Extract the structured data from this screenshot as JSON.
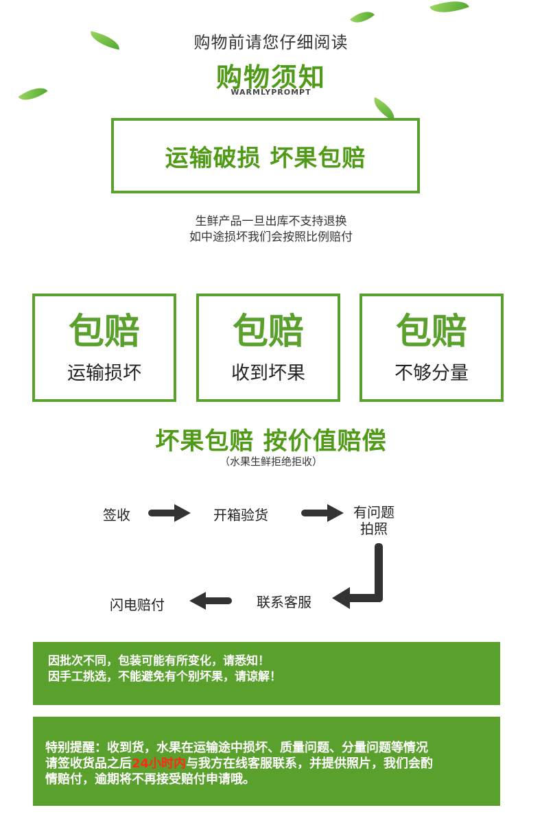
{
  "header": {
    "subtitle": "购物前请您仔细阅读",
    "title": "购物须知",
    "title_en": "WARMLYPROMPT"
  },
  "guarantee_box": {
    "text": "运输破损 坏果包赔"
  },
  "notice_lines": [
    "生鲜产品一旦出库不支持退换",
    "如中途损坏我们会按照比例赔付"
  ],
  "cards": [
    {
      "title": "包赔",
      "label": "运输损坏"
    },
    {
      "title": "包赔",
      "label": "收到坏果"
    },
    {
      "title": "包赔",
      "label": "不够分量"
    }
  ],
  "headline": "坏果包赔 按价值赔偿",
  "headline_note": "（水果生鲜拒绝拒收）",
  "process_steps": {
    "sign": "签收",
    "open": "开箱验货",
    "photo_line1": "有问题",
    "photo_line2": "拍照",
    "contact": "联系客服",
    "compensate": "闪电赔付"
  },
  "banner1": {
    "line1": "因批次不同，包装可能有所变化，请悉知！",
    "line2": "因手工挑选，不能避免有个别坏果，请谅解！"
  },
  "banner2": {
    "line1": "特别提醒：收到货，水果在运输途中损坏、质量问题、分量问题等情况",
    "line2_before": "请签收货品之后",
    "line2_highlight": "24小时内",
    "line2_after": "与我方在线客服联系，并提供照片，我们会酌",
    "line3": "情赔付，逾期将不再接受赔付申请哦。"
  },
  "colors": {
    "brand_green": "#5aa02c",
    "highlight_red": "#ff2a1a"
  }
}
